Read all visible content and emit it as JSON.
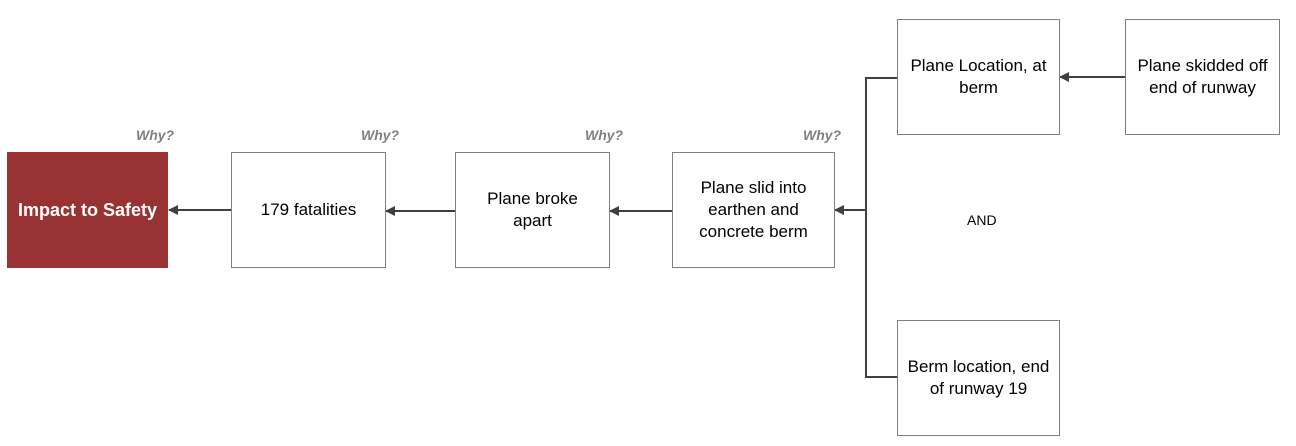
{
  "boxes": {
    "impact": "Impact to Safety",
    "fatalities": "179 fatalities",
    "broke_apart": "Plane broke apart",
    "slid_into_berm": "Plane slid into earthen and concrete berm",
    "plane_location": "Plane Location, at berm",
    "skidded_off": "Plane skidded off end of runway",
    "berm_location": "Berm location, end of runway 19"
  },
  "why_labels": [
    "Why?",
    "Why?",
    "Why?",
    "Why?"
  ],
  "and_label": "AND",
  "colors": {
    "impact_fill": "#993333",
    "box_border": "#7f7f7f",
    "connector": "#404040",
    "why_text": "#7f7f7f"
  }
}
